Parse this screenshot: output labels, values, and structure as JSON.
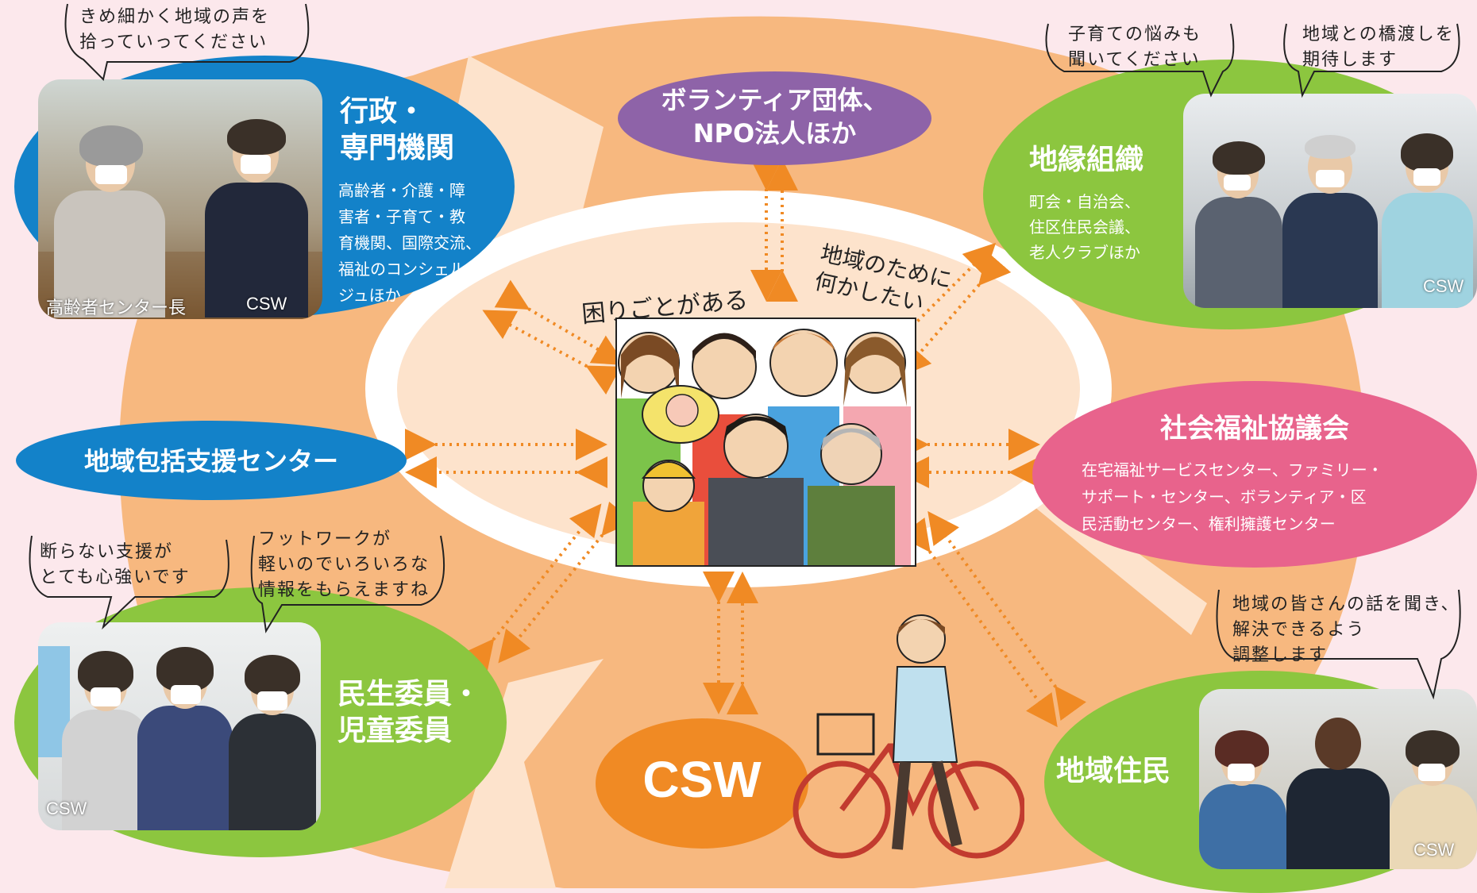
{
  "center_labels": {
    "troubled": "困りごとがある",
    "want_to_help": "地域のために\n何かしたい"
  },
  "nodes": {
    "admin": {
      "title": "行政・\n専門機関",
      "desc": "高齢者・介護・障\n害者・子育て・教\n育機関、国際交流、\n福祉のコンシェル\nジュほか",
      "photo_captions": [
        "高齢者センター長",
        "CSW"
      ],
      "bubble": "きめ細かく地域の声を\n拾っていってください"
    },
    "volunteer": {
      "title": "ボランティア団体、\nNPO法人ほか"
    },
    "jien": {
      "title": "地縁組織",
      "desc": "町会・自治会、\n住区住民会議、\n老人クラブほか",
      "photo_captions": [
        "CSW"
      ],
      "bubble_left": "子育ての悩みも\n聞いてください",
      "bubble_right": "地域との橋渡しを\n期待します"
    },
    "houkatsu": {
      "title": "地域包括支援センター"
    },
    "shakyo": {
      "title": "社会福祉協議会",
      "desc": "在宅福祉サービスセンター、ファミリー・\nサポート・センター、ボランティア・区\n民活動センター、権利擁護センター"
    },
    "minsei": {
      "title": "民生委員・\n児童委員",
      "photo_captions": [
        "CSW"
      ],
      "bubble_left": "断らない支援が\nとても心強いです",
      "bubble_right": "フットワークが\n軽いのでいろいろな\n情報をもらえますね"
    },
    "csw": {
      "title": "CSW"
    },
    "jumin": {
      "title": "地域住民",
      "photo_captions": [
        "CSW"
      ],
      "bubble": "地域の皆さんの話を聞き、\n解決できるよう\n調整します"
    }
  },
  "colors": {
    "blue": "#1382c9",
    "purple": "#8e63a8",
    "green": "#8cc63f",
    "pink": "#e8638c",
    "orange": "#f08a24",
    "arrow": "#f08a24",
    "outer_ring": "#f7b87f",
    "inner_fill": "#fde3cc"
  }
}
